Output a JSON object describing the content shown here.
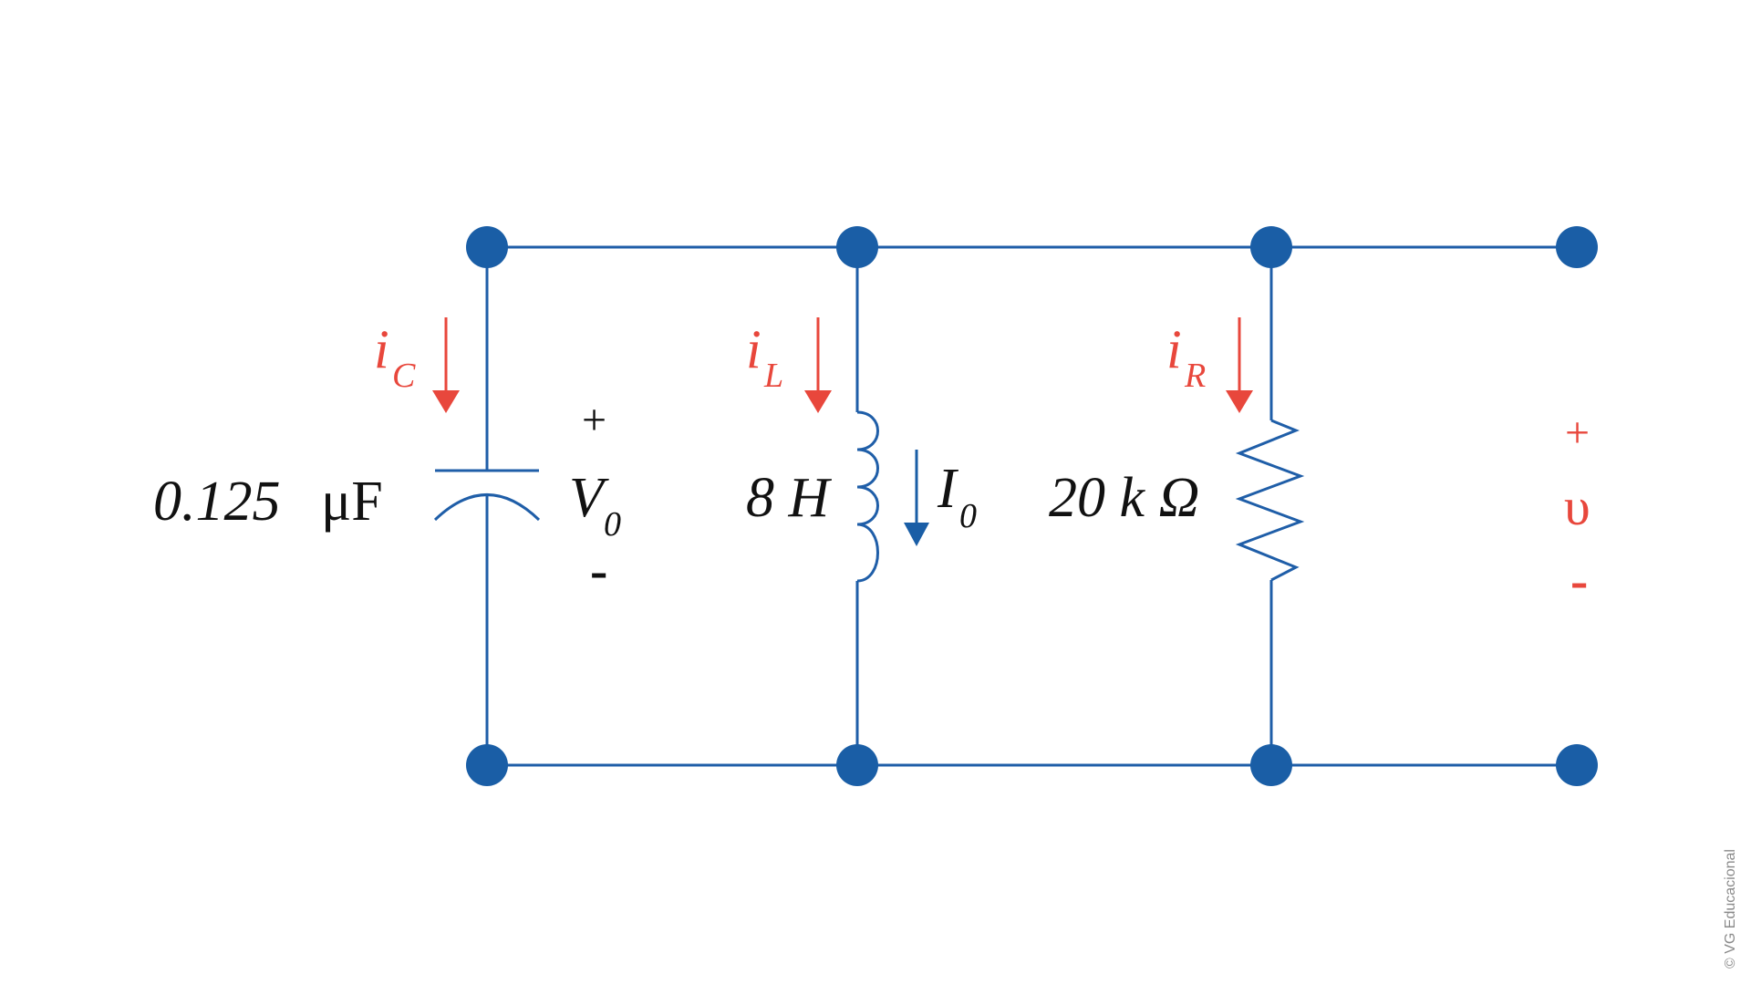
{
  "capacitor": {
    "value": "0.125",
    "unit": "μF",
    "current_label": "i",
    "current_sub": "C",
    "voltage_label": "V",
    "voltage_sub": "0",
    "plus": "+",
    "minus": "-"
  },
  "inductor": {
    "value": "8 H",
    "current_label": "i",
    "current_sub": "L",
    "initial_label": "I",
    "initial_sub": "0"
  },
  "resistor": {
    "value": "20 k Ω",
    "current_label": "i",
    "current_sub": "R"
  },
  "output": {
    "plus": "+",
    "symbol": "υ",
    "minus": "-"
  },
  "copyright": "© VG Educacional",
  "colors": {
    "wire": "#1f5ea8",
    "node": "#1a5ea6",
    "current_arrow": "#e8473c",
    "text": "#111111"
  }
}
